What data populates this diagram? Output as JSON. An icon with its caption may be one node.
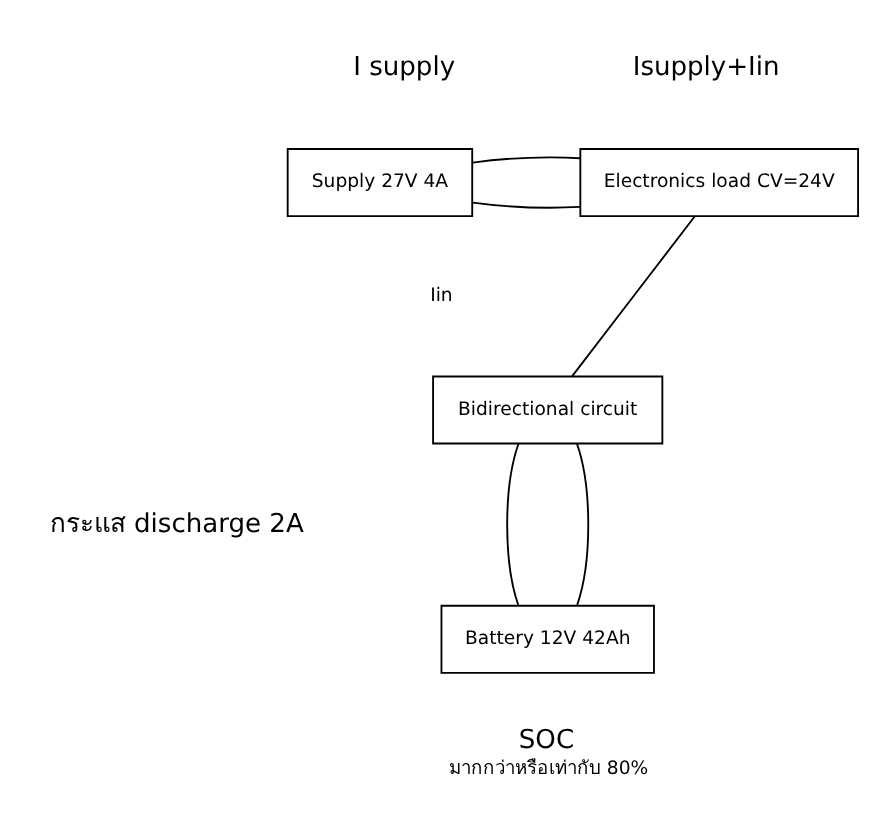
{
  "diagram": {
    "nodes": [
      {
        "text": [
          "Supply 27V 4A"
        ]
      },
      {
        "text": [
          "Electronics load CV=24V"
        ]
      },
      {
        "text": [
          "Bidirectional circuit"
        ]
      },
      {
        "text": [
          "Battery 12V 42Ah"
        ],
        "beside": [
          "SOC",
          "มากกว่าหรือเท่ากับ 80%"
        ]
      }
    ],
    "edges": [
      {
        "from": 0,
        "to": 1,
        "arrow": "none"
      },
      {
        "from": 0,
        "to": 1,
        "arrow": "none"
      },
      {
        "from": 2,
        "to": 1,
        "arrow": "none"
      },
      {
        "from": 3,
        "to": 2,
        "arrow": "none"
      },
      {
        "from": 3,
        "to": 2,
        "arrow": "none"
      }
    ],
    "labels": [
      "I supply",
      "Isupply+Iin",
      "Iin",
      "กระแส discharge 2A"
    ]
  }
}
